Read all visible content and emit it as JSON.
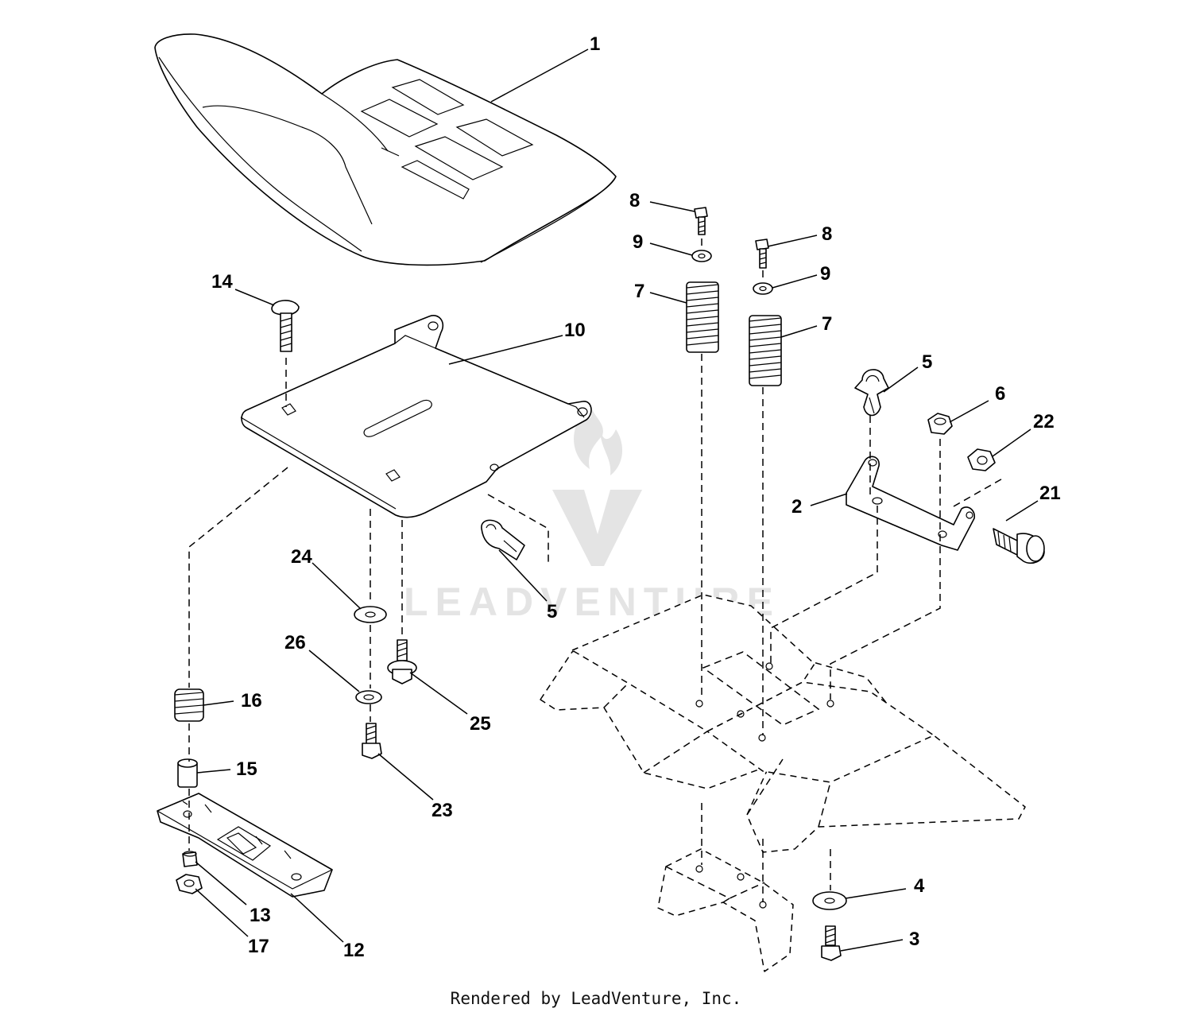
{
  "watermark": {
    "text": "LEADVENTURE",
    "color": "#e4e4e4"
  },
  "footer": "Rendered by LeadVenture, Inc.",
  "callouts": [
    {
      "id": "c1",
      "label": "1"
    },
    {
      "id": "c8a",
      "label": "8"
    },
    {
      "id": "c9a",
      "label": "9"
    },
    {
      "id": "c7a",
      "label": "7"
    },
    {
      "id": "c8b",
      "label": "8"
    },
    {
      "id": "c9b",
      "label": "9"
    },
    {
      "id": "c7b",
      "label": "7"
    },
    {
      "id": "c14",
      "label": "14"
    },
    {
      "id": "c10",
      "label": "10"
    },
    {
      "id": "c5a",
      "label": "5"
    },
    {
      "id": "c6",
      "label": "6"
    },
    {
      "id": "c22",
      "label": "22"
    },
    {
      "id": "c2",
      "label": "2"
    },
    {
      "id": "c21",
      "label": "21"
    },
    {
      "id": "c24",
      "label": "24"
    },
    {
      "id": "c5b",
      "label": "5"
    },
    {
      "id": "c26",
      "label": "26"
    },
    {
      "id": "c25",
      "label": "25"
    },
    {
      "id": "c16",
      "label": "16"
    },
    {
      "id": "c15",
      "label": "15"
    },
    {
      "id": "c23",
      "label": "23"
    },
    {
      "id": "c4",
      "label": "4"
    },
    {
      "id": "c3",
      "label": "3"
    },
    {
      "id": "c13",
      "label": "13"
    },
    {
      "id": "c17",
      "label": "17"
    },
    {
      "id": "c12",
      "label": "12"
    }
  ]
}
